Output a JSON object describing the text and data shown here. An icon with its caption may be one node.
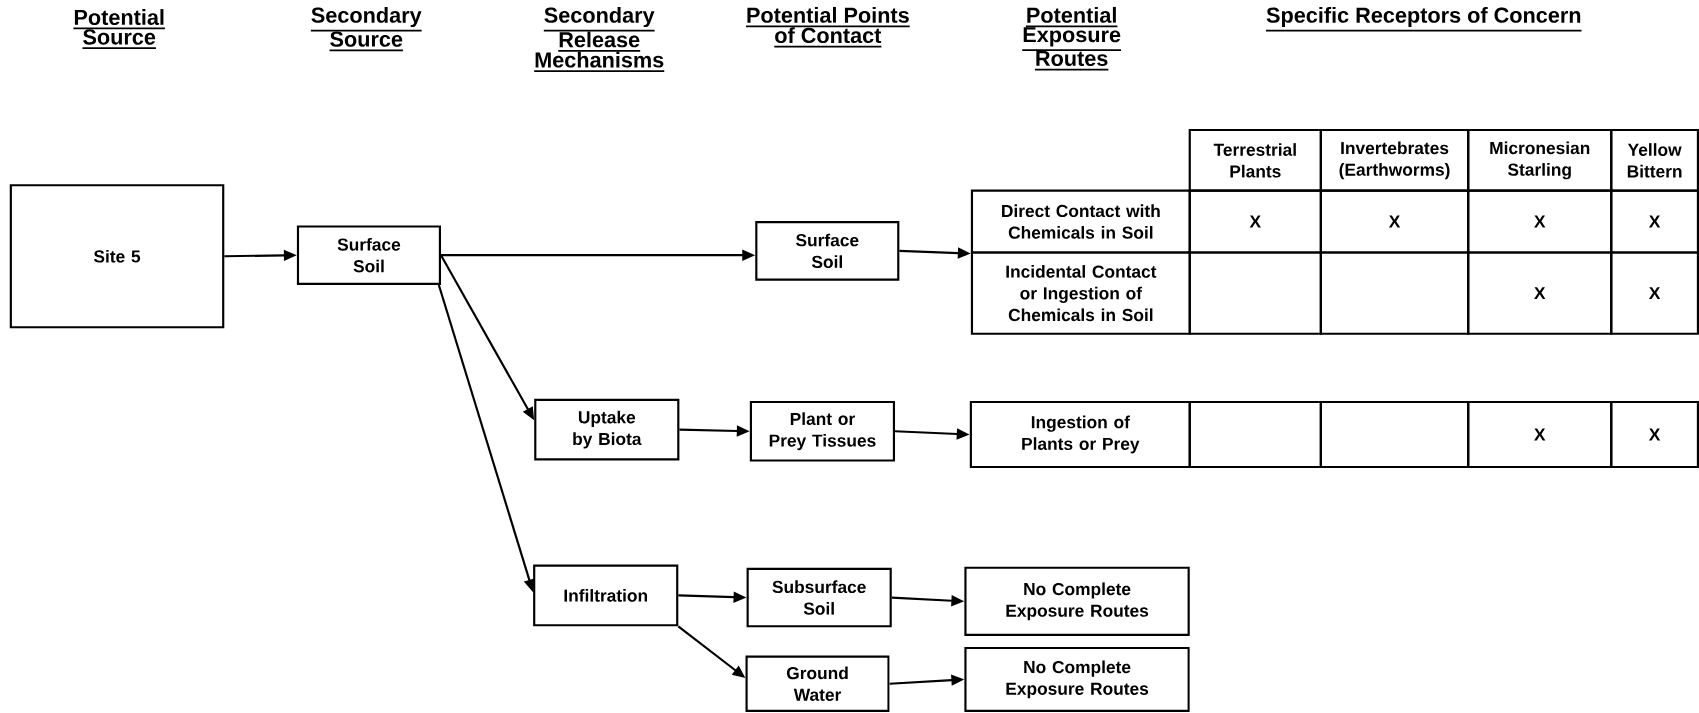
{
  "diagram": {
    "nodes": [
      {
        "text": [
          "Site 5"
        ]
      },
      {
        "text": [
          "Surface Soil"
        ]
      },
      {
        "text": [
          "Uptake by Biota"
        ]
      },
      {
        "text": [
          "Infiltration"
        ]
      },
      {
        "text": [
          "Surface Soil"
        ]
      },
      {
        "text": [
          "Plant or Prey Tissues"
        ]
      },
      {
        "text": [
          "Subsurface Soil"
        ]
      },
      {
        "text": [
          "Ground Water"
        ]
      },
      {
        "text": [
          "Direct Contact with Chemicals in Soil"
        ]
      },
      {
        "text": [
          "Incidental Contact or Ingestion of Chemicals in Soil"
        ]
      },
      {
        "text": [
          "Ingestion of Plants or Prey"
        ]
      },
      {
        "text": [
          "No Complete Exposure Routes"
        ]
      },
      {
        "text": [
          "No Complete Exposure Routes"
        ]
      },
      {
        "text": [
          "Terrestrial Plants"
        ]
      },
      {
        "text": [
          "Invertebrates (Earthworms)"
        ]
      },
      {
        "text": [
          "Micronesian Starling"
        ]
      },
      {
        "text": [
          "Yellow Bittern"
        ]
      }
    ],
    "edges": [
      {
        "from": 0,
        "to": 1,
        "arrow": "to"
      },
      {
        "from": 1,
        "to": 4,
        "arrow": "to"
      },
      {
        "from": 1,
        "to": 2,
        "arrow": "to"
      },
      {
        "from": 1,
        "to": 3,
        "arrow": "to"
      },
      {
        "from": 4,
        "to": 8,
        "arrow": "to"
      },
      {
        "from": 4,
        "to": 9,
        "arrow": "to"
      },
      {
        "from": 2,
        "to": 5,
        "arrow": "to"
      },
      {
        "from": 5,
        "to": 10,
        "arrow": "to"
      },
      {
        "from": 3,
        "to": 6,
        "arrow": "to"
      },
      {
        "from": 3,
        "to": 7,
        "arrow": "to"
      },
      {
        "from": 6,
        "to": 11,
        "arrow": "to"
      },
      {
        "from": 7,
        "to": 12,
        "arrow": "to"
      }
    ],
    "labels": [
      "Potential Source",
      "Secondary Source",
      "Secondary Release Mechanisms",
      "Potential Points of Contact",
      "Potential Exposure Routes",
      "Specific Receptors of Concern",
      "X",
      "X",
      "X",
      "X",
      "X",
      "X",
      "X",
      "X"
    ]
  }
}
